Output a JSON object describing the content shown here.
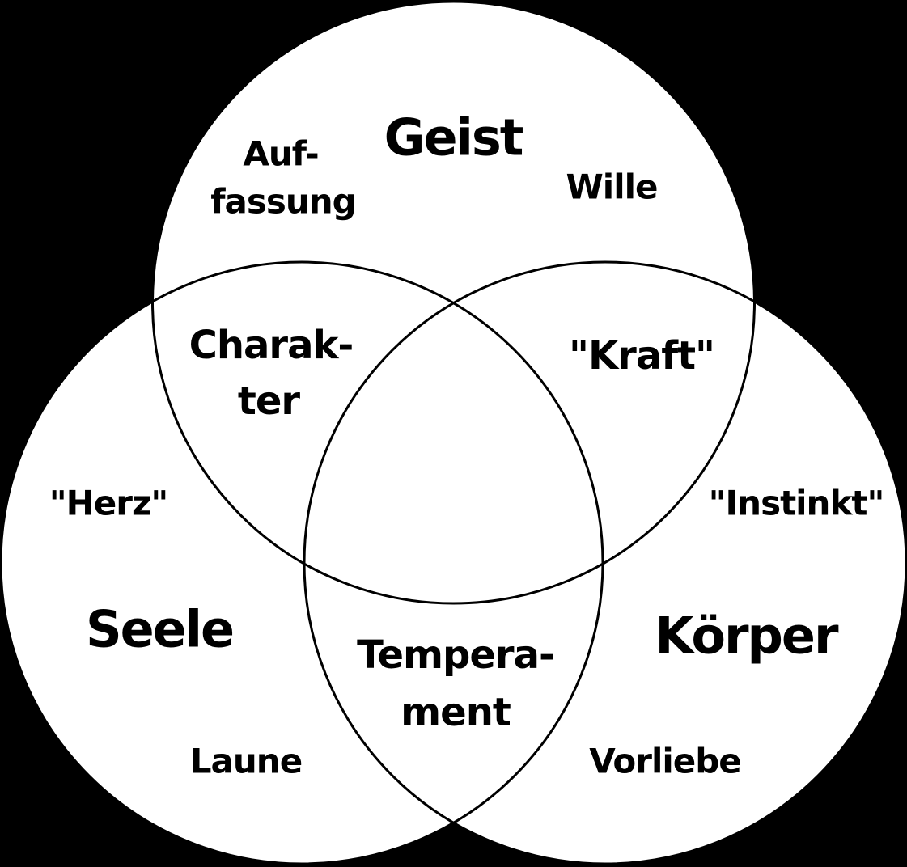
{
  "venn": {
    "colors": {
      "background": "#000000",
      "circle_fill": "#ffffff",
      "circle_outline": "#000000",
      "text": "#000000"
    },
    "circles": {
      "geist": {
        "title": "Geist"
      },
      "seele": {
        "title": "Seele"
      },
      "koerper": {
        "title": "Körper"
      }
    },
    "region_labels": {
      "geist_left": {
        "lines": [
          "Auf-",
          "fassung"
        ]
      },
      "geist_right": "Wille",
      "geist_seele": {
        "lines": [
          "Charak-",
          "ter"
        ]
      },
      "geist_koerper": "\"Kraft\"",
      "seele_left": "\"Herz\"",
      "seele_bottom": "Laune",
      "seele_koerper": {
        "lines": [
          "Tempera-",
          "ment"
        ]
      },
      "koerper_right": "\"Instinkt\"",
      "koerper_bottom": "Vorliebe",
      "center": ""
    }
  }
}
